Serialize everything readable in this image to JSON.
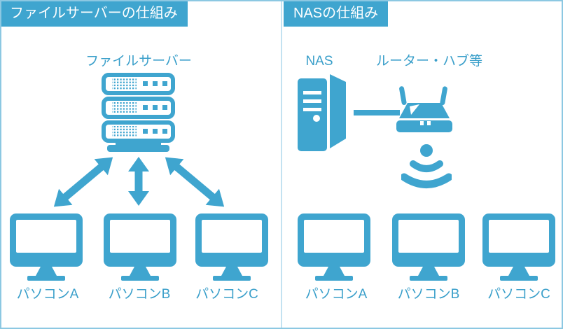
{
  "colors": {
    "accent": "#3fa5cf",
    "label_text": "#3a9fca",
    "badge_background": "#3fa5cf",
    "badge_text": "#ffffff",
    "outer_border": "#8cc8e2",
    "panel_divider": "#c3e2f1",
    "background": "#ffffff"
  },
  "left_panel": {
    "title": "ファイルサーバーの仕組み",
    "server_label": "ファイルサーバー",
    "computers": [
      "パソコンA",
      "パソコンB",
      "パソコンC"
    ]
  },
  "right_panel": {
    "title": "NASの仕組み",
    "nas_label": "NAS",
    "router_label": "ルーター・ハブ等",
    "computers": [
      "パソコンA",
      "パソコンB",
      "パソコンC"
    ]
  },
  "icons": {
    "server": "server-rack-icon",
    "nas": "nas-tower-icon",
    "router": "router-icon",
    "wifi": "wifi-signal-icon",
    "monitor": "computer-monitor-icon",
    "arrow": "double-headed-arrow-icon"
  }
}
